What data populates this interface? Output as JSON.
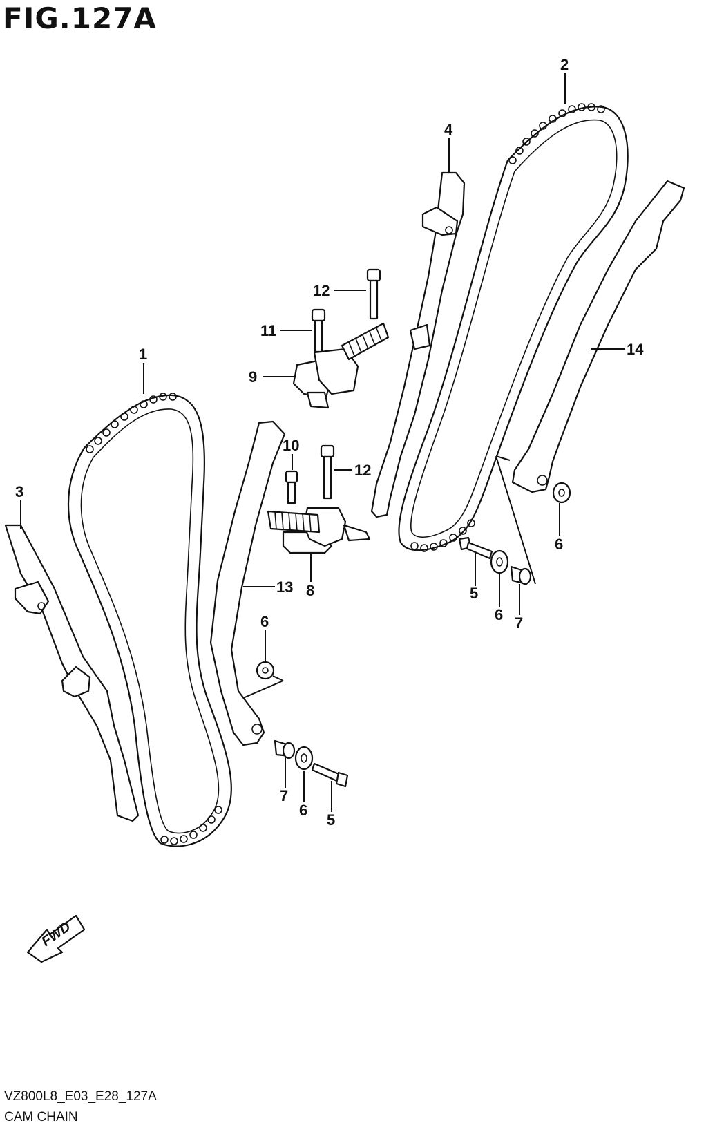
{
  "figure": {
    "title": "FIG.127A",
    "code": "VZ800L8_E03_E28_127A",
    "name": "CAM CHAIN",
    "direction_label": "FWD"
  },
  "callouts": [
    {
      "id": "c1",
      "number": "1"
    },
    {
      "id": "c2",
      "number": "2"
    },
    {
      "id": "c3",
      "number": "3"
    },
    {
      "id": "c4",
      "number": "4"
    },
    {
      "id": "c5a",
      "number": "5"
    },
    {
      "id": "c5b",
      "number": "5"
    },
    {
      "id": "c6a",
      "number": "6"
    },
    {
      "id": "c6b",
      "number": "6"
    },
    {
      "id": "c6c",
      "number": "6"
    },
    {
      "id": "c6d",
      "number": "6"
    },
    {
      "id": "c7a",
      "number": "7"
    },
    {
      "id": "c7b",
      "number": "7"
    },
    {
      "id": "c8",
      "number": "8"
    },
    {
      "id": "c9",
      "number": "9"
    },
    {
      "id": "c10",
      "number": "10"
    },
    {
      "id": "c11",
      "number": "11"
    },
    {
      "id": "c12a",
      "number": "12"
    },
    {
      "id": "c12b",
      "number": "12"
    },
    {
      "id": "c13",
      "number": "13"
    },
    {
      "id": "c14",
      "number": "14"
    }
  ]
}
